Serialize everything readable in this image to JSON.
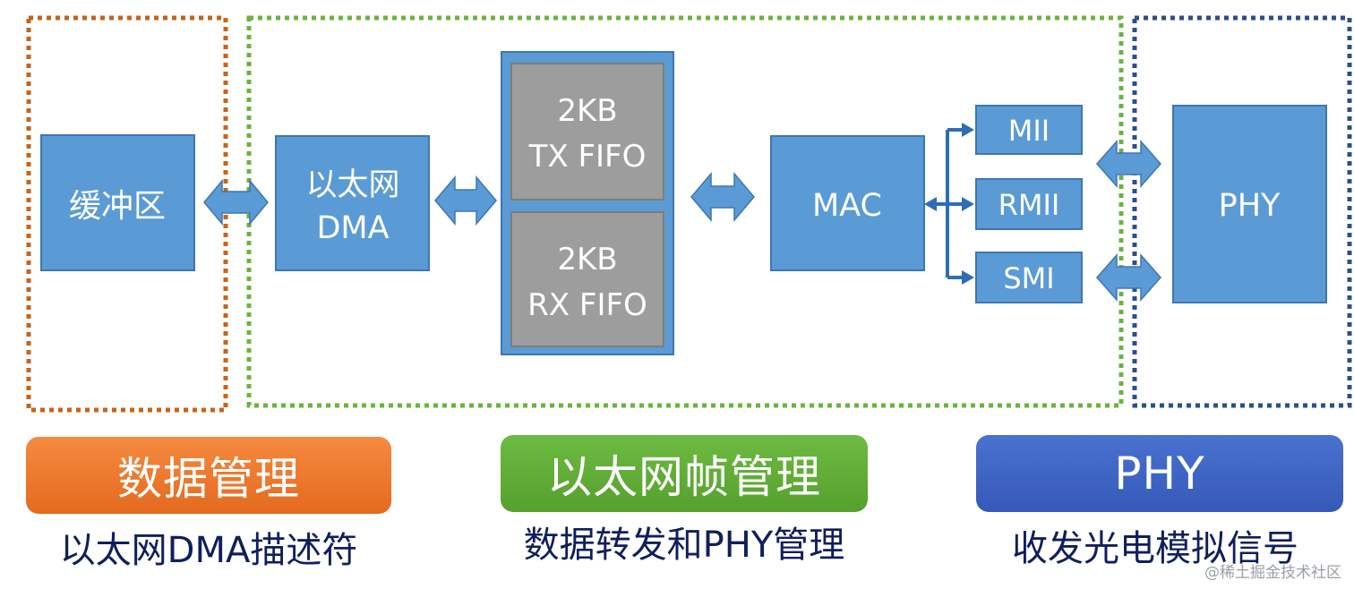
{
  "nodes": {
    "buffer": "缓冲区",
    "eth_dma_line1": "以太网",
    "eth_dma_line2": "DMA",
    "tx_fifo_line1": "2KB",
    "tx_fifo_line2": "TX FIFO",
    "rx_fifo_line1": "2KB",
    "rx_fifo_line2": "RX FIFO",
    "mac": "MAC",
    "mii": "MII",
    "rmii": "RMII",
    "smi": "SMI",
    "phy": "PHY"
  },
  "sections": [
    {
      "title": "数据管理",
      "caption": "以太网DMA描述符",
      "color": "#ee7a30"
    },
    {
      "title": "以太网帧管理",
      "caption": "数据转发和PHY管理",
      "color": "#5faa35"
    },
    {
      "title": "PHY",
      "caption": "收发光电模拟信号",
      "color": "#3a62c4"
    }
  ],
  "watermark": "@稀土掘金技术社区",
  "colors": {
    "node_blue": "#5b9bd5",
    "node_border": "#3e76b3",
    "fifo_gray": "#9d9d9d",
    "orange_dotted": "#c5641c",
    "green_dotted": "#6db33f",
    "navy_dotted": "#2d4e8a",
    "connector": "#2e6db5"
  }
}
